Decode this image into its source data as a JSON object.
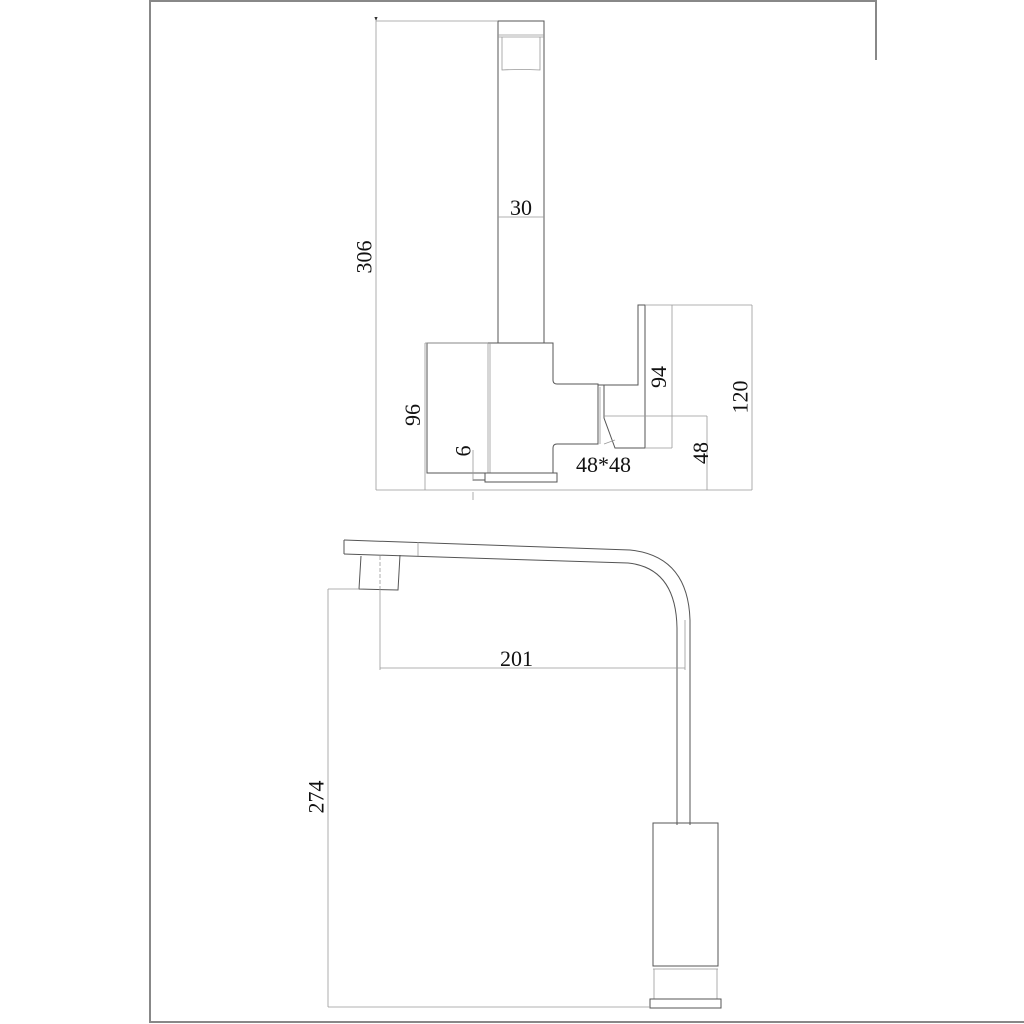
{
  "drawing": {
    "type": "technical-dimension-drawing",
    "subject": "kitchen faucet",
    "views": [
      {
        "name": "front-view",
        "dimensions": {
          "total_height": "306",
          "spout_width": "30",
          "body_height": "96",
          "base_plate_height": "6",
          "base_size": "48*48",
          "handle_height": "94",
          "handle_total_height": "120",
          "handle_base_height": "48"
        }
      },
      {
        "name": "side-view",
        "dimensions": {
          "spout_reach": "201",
          "spout_height": "274"
        }
      }
    ]
  }
}
